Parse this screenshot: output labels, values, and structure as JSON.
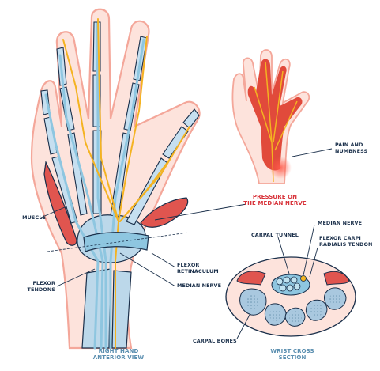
{
  "labels": {
    "muscle": "MUSCLE",
    "flexor_tendons": [
      "FLEXOR",
      "TENDONS"
    ],
    "flexor_retinaculum": [
      "FLEXOR",
      "RETINACULUM"
    ],
    "median_nerve_hand": "MEDIAN NERVE",
    "pressure": [
      "PRESSURE ON",
      "THE MEDIAN NERVE"
    ],
    "pain": [
      "PAIN AND",
      "NUMBNESS"
    ],
    "median_nerve_section": "MEDIAN NERVE",
    "carpal_tunnel": "CARPAL TUNNEL",
    "fcr_tendon": [
      "FLEXOR CARPI",
      "RADIALIS TENDON"
    ],
    "carpal_bones": "CARPAL BONES",
    "caption_hand": [
      "RIGHT HAND",
      "ANTERIOR VIEW"
    ],
    "caption_section": [
      "WRIST CROSS",
      "SECTION"
    ]
  },
  "colors": {
    "outline": "#1a2f4a",
    "skin": "#fde3dc",
    "skin_edge": "#f4a79a",
    "bone": "#bcd8ea",
    "tendon": "#8ec6e0",
    "nerve": "#f4b321",
    "muscle": "#e0554f",
    "accent": "#d8333a",
    "caption": "#5b8fb0"
  }
}
